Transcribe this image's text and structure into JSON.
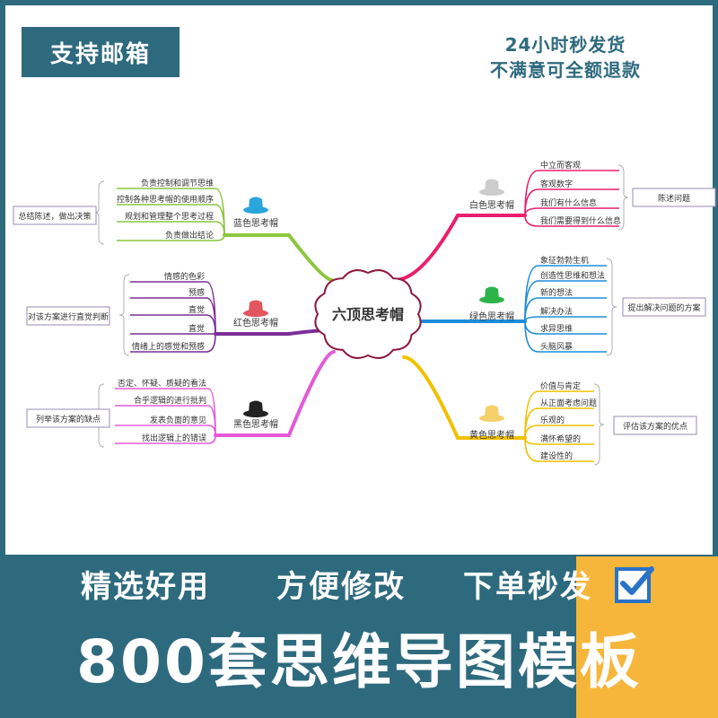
{
  "header": {
    "tag": "支持邮箱",
    "promo_line1": "24小时秒发货",
    "promo_line2": "不满意可全额退款"
  },
  "mindmap": {
    "center": "六顶思考帽",
    "branches": [
      {
        "key": "blue",
        "label": "蓝色思考帽",
        "color": "#8cc63e",
        "hat": "#2aa6dc",
        "items": [
          "负责控制和调节思维",
          "控制各种思考帽的使用顺序",
          "规划和管理整个思考过程",
          "负责做出结论"
        ],
        "summary": "总结陈述，做出决策"
      },
      {
        "key": "red",
        "label": "红色思考帽",
        "color": "#7b2e97",
        "hat": "#e2565f",
        "items": [
          "情感的色彩",
          "预感",
          "直觉",
          "直觉",
          "情绪上的感觉和预感"
        ],
        "summary": "对该方案进行直觉判断"
      },
      {
        "key": "black",
        "label": "黑色思考帽",
        "color": "#e45ad8",
        "hat": "#222222",
        "items": [
          "否定、怀疑、质疑的看法",
          "合乎逻辑的进行批判",
          "发表负面的意见",
          "找出逻辑上的错误"
        ],
        "summary": "列举该方案的缺点"
      },
      {
        "key": "white",
        "label": "白色思考帽",
        "color": "#e8206e",
        "hat": "#cccccc",
        "items": [
          "中立而客观",
          "客观数字",
          "我们有什么信息",
          "我们需要得到什么信息"
        ],
        "summary": "陈述问题"
      },
      {
        "key": "green",
        "label": "绿色思考帽",
        "color": "#1b8ddc",
        "hat": "#2db34a",
        "items": [
          "象征勃勃生机",
          "创造性思维和想法",
          "新的想法",
          "解决办法",
          "求异思维",
          "头脑风暴"
        ],
        "summary": "提出解决问题的方案"
      },
      {
        "key": "yellow",
        "label": "黄色思考帽",
        "color": "#f2c000",
        "hat": "#f4cf6a",
        "items": [
          "价值与肯定",
          "从正面考虑问题",
          "乐观的",
          "满怀希望的",
          "建设性的"
        ],
        "summary": "评估该方案的优点"
      }
    ]
  },
  "footer": {
    "features": [
      "精选好用",
      "方便修改",
      "下单秒发"
    ],
    "headline": "800套思维导图模板"
  },
  "colors": {
    "brand": "#2e6a7e",
    "accent": "#f6b63c",
    "check": "#2a73c7"
  }
}
